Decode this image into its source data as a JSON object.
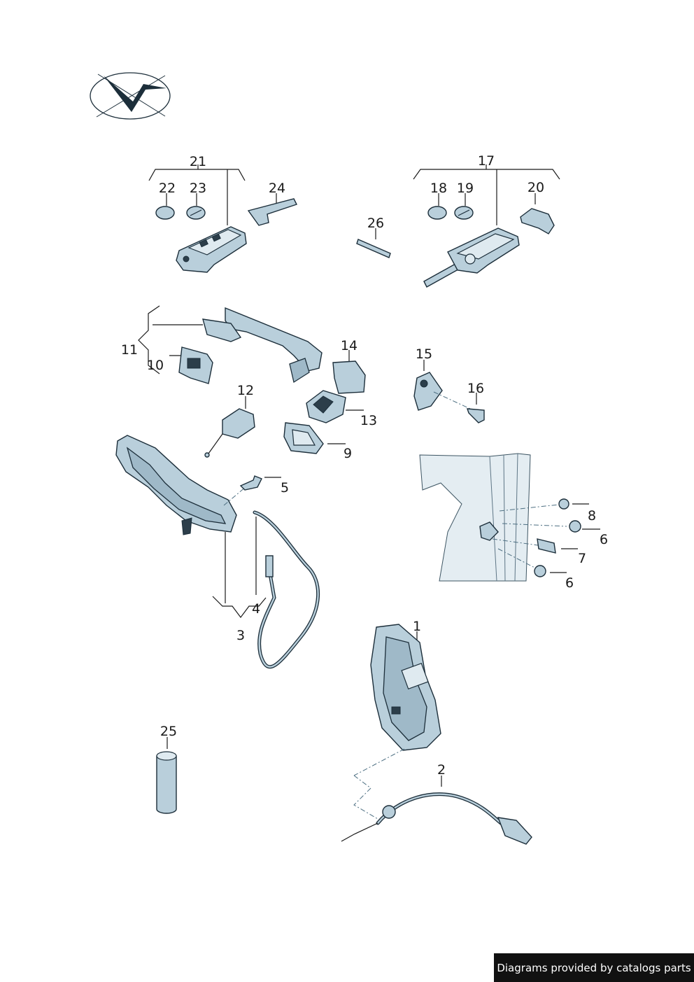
{
  "footer": {
    "text": "Diagrams provided by catalogs parts"
  },
  "callouts": [
    "1",
    "2",
    "3",
    "4",
    "5",
    "6",
    "6",
    "7",
    "8",
    "9",
    "10",
    "11",
    "12",
    "13",
    "14",
    "15",
    "16",
    "17",
    "18",
    "19",
    "20",
    "21",
    "22",
    "23",
    "24",
    "25",
    "26"
  ],
  "parts": {
    "door_lock": "1",
    "release_cable": "2",
    "handle_bracket_group": "3",
    "bowden_cable": "4",
    "screw": "5",
    "screw_upper": "6",
    "screw_lower": "6",
    "striker_bolt": "7",
    "cap": "8",
    "handle_trim": "9",
    "handle_cap": "10",
    "door_handle_group": "11",
    "lock_cylinder": "12",
    "cylinder_housing": "13",
    "cover_cap": "14",
    "fuel_flap_hinge": "15",
    "flap_screw": "16",
    "flip_key_group": "17",
    "battery_a": "18",
    "battery_b": "19",
    "key_housing": "20",
    "smart_key_group": "21",
    "battery_c": "22",
    "battery_d": "23",
    "emergency_key": "24",
    "grease_tube": "25",
    "pin": "26"
  },
  "colors": {
    "part_fill": "#b9cfdb",
    "outline": "#1c2e3a",
    "footer_bg": "#111111"
  }
}
